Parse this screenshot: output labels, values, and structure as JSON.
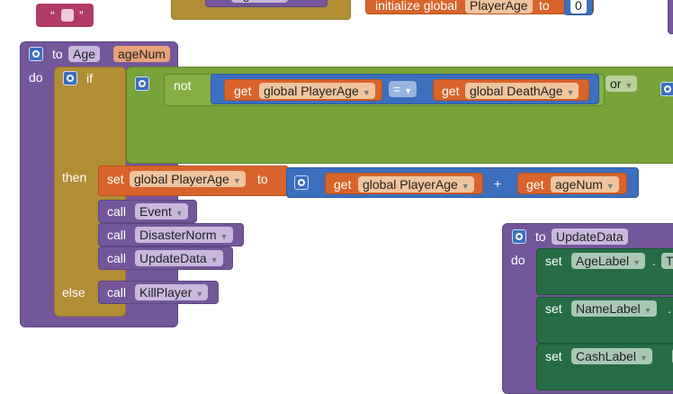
{
  "top_blocks": {
    "text_block_value": "",
    "partial_label": "ageNum",
    "init_prefix": "initialize global",
    "init_var": "PlayerAge",
    "init_to": "to",
    "init_value": "0"
  },
  "age_proc": {
    "to_kw": "to",
    "proc_name": "Age",
    "param": "ageNum",
    "do_kw": "do",
    "if_kw": "if",
    "not_kw": "not",
    "get_kw": "get",
    "var_player_age": "global PlayerAge",
    "eq_op": "=",
    "var_death_age": "global DeathAge",
    "or_op": "or",
    "then_kw": "then",
    "set_kw": "set",
    "to_kw2": "to",
    "plus_op": "+",
    "param_get": "ageNum",
    "call_kw": "call",
    "calls": [
      "Event",
      "DisasterNorm",
      "UpdateData"
    ],
    "else_kw": "else",
    "else_call": "KillPlayer"
  },
  "update_proc": {
    "to_kw": "to",
    "proc_name": "UpdateData",
    "do_kw": "do",
    "set_kw": "set",
    "labels": [
      "AgeLabel",
      "NameLabel",
      "CashLabel"
    ],
    "dot": ".",
    "trailing": "T"
  },
  "colors": {
    "procedure": "#74579a",
    "control": "#b18e35",
    "logic": "#78a33a",
    "math": "#3c6fbe",
    "variable": "#d8642b",
    "component": "#266d45",
    "text": "#b13a68"
  },
  "icons": [
    "gear-icon",
    "dropdown-caret-icon"
  ]
}
